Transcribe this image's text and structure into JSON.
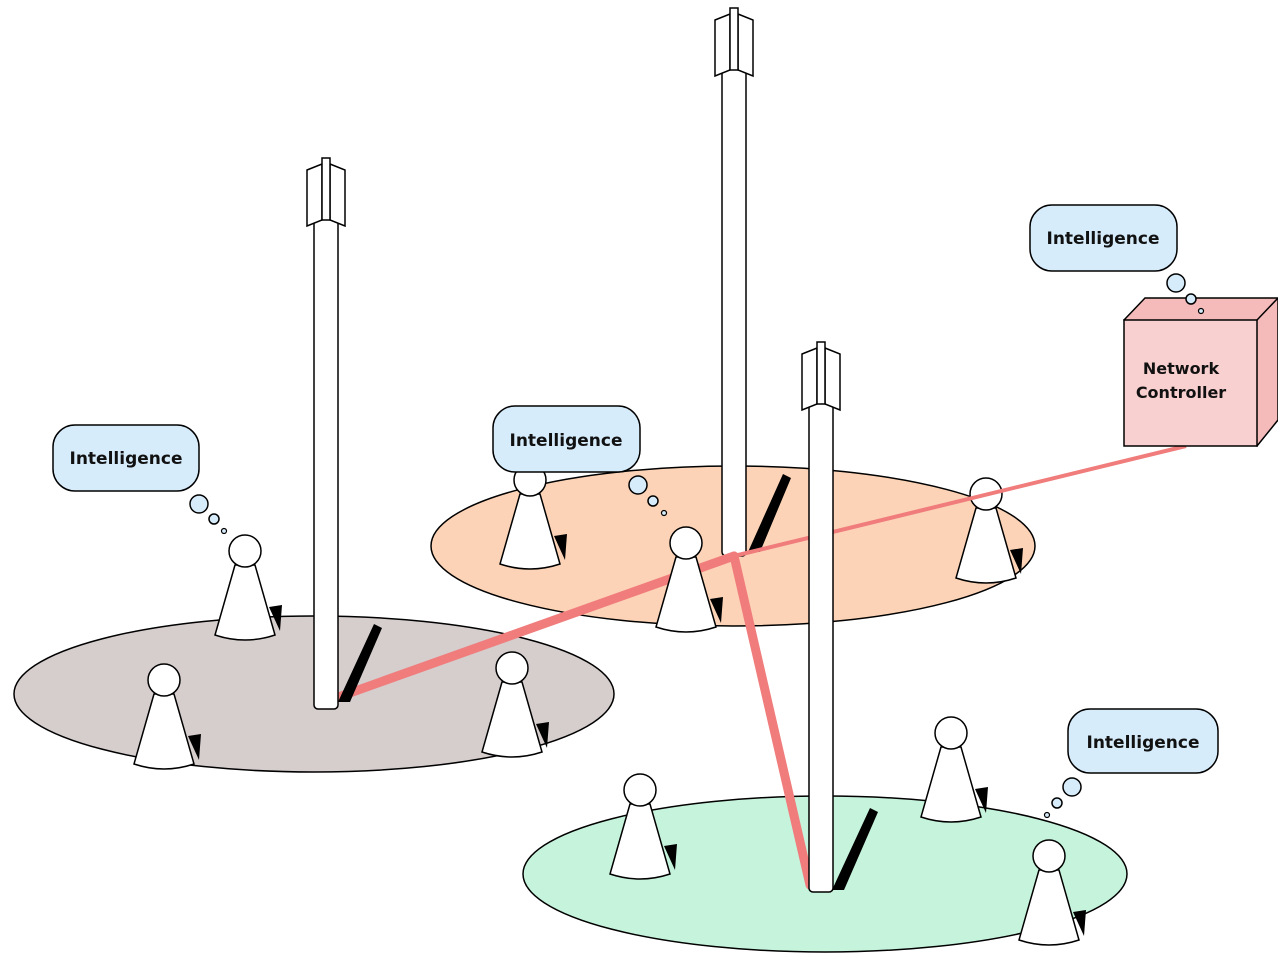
{
  "bubbles": [
    {
      "text": "Intelligence"
    },
    {
      "text": "Intelligence"
    },
    {
      "text": "Intelligence"
    },
    {
      "text": "Intelligence"
    }
  ],
  "controller": {
    "line1": "Network",
    "line2": "Controller"
  },
  "colors": {
    "cell_left": "#d6cdcd",
    "cell_middle": "#fcd3b6",
    "cell_bottom": "#c6f3dc",
    "bubble_fill": "#d6ecfb",
    "controller_fill": "#f9d0d0",
    "backhaul_link": "#f07c7c",
    "outline": "#000000"
  }
}
